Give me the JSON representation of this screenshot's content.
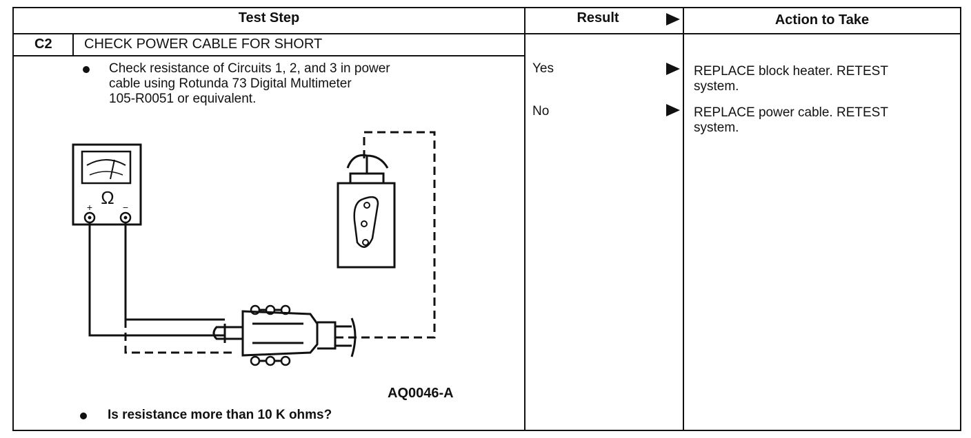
{
  "table": {
    "headers": {
      "test_step": "Test Step",
      "result": "Result",
      "action": "Action to Take"
    },
    "step": {
      "id": "C2",
      "title": "CHECK POWER CABLE FOR SHORT"
    },
    "instruction": {
      "lines": [
        "Check resistance of Circuits 1, 2, and 3 in power",
        "cable using Rotunda 73 Digital Multimeter",
        "105-R0051 or equivalent."
      ]
    },
    "figure": {
      "label": "AQ0046-A",
      "meter_symbol": "Ω",
      "plus": "+",
      "minus": "−",
      "meter_icon": "multimeter-icon",
      "plug_icon": "plug-icon",
      "heater_icon": "block-heater-icon"
    },
    "question": "Is resistance more than 10 K ohms?",
    "results": [
      {
        "label": "Yes",
        "action_lines": [
          "REPLACE block heater. RETEST",
          "system."
        ]
      },
      {
        "label": "No",
        "action_lines": [
          "REPLACE power cable. RETEST",
          "system."
        ]
      }
    ]
  }
}
